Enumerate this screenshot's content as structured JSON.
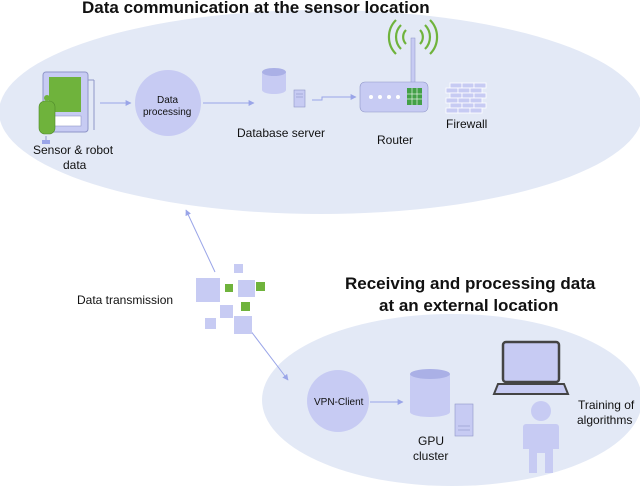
{
  "top_section": {
    "title": "Data communication at the sensor location",
    "sensor_label_1": "Sensor & robot",
    "sensor_label_2": "data",
    "processing_label_1": "Data",
    "processing_label_2": "processing",
    "database_label": "Database server",
    "router_label": "Router",
    "firewall_label": "Firewall"
  },
  "middle": {
    "transmission_label": "Data transmission"
  },
  "bottom_section": {
    "title_line_1": "Receiving and processing data",
    "title_line_2": "at an external location",
    "vpn_label": "VPN-Client",
    "gpu_label_1": "GPU",
    "gpu_label_2": "cluster",
    "training_label_1": "Training of",
    "training_label_2": "algorithms"
  },
  "colors": {
    "ellipse_fill": "#e3e9f6",
    "node_fill": "#c7cbf3",
    "arrow": "#9aa5e8",
    "green": "#6fb33c",
    "router_green": "#43a047"
  },
  "icons": [
    "sensor-device-icon",
    "database-icon",
    "router-icon",
    "wifi-signal-icon",
    "firewall-icon",
    "monitor-icon",
    "person-icon",
    "server-icon"
  ]
}
